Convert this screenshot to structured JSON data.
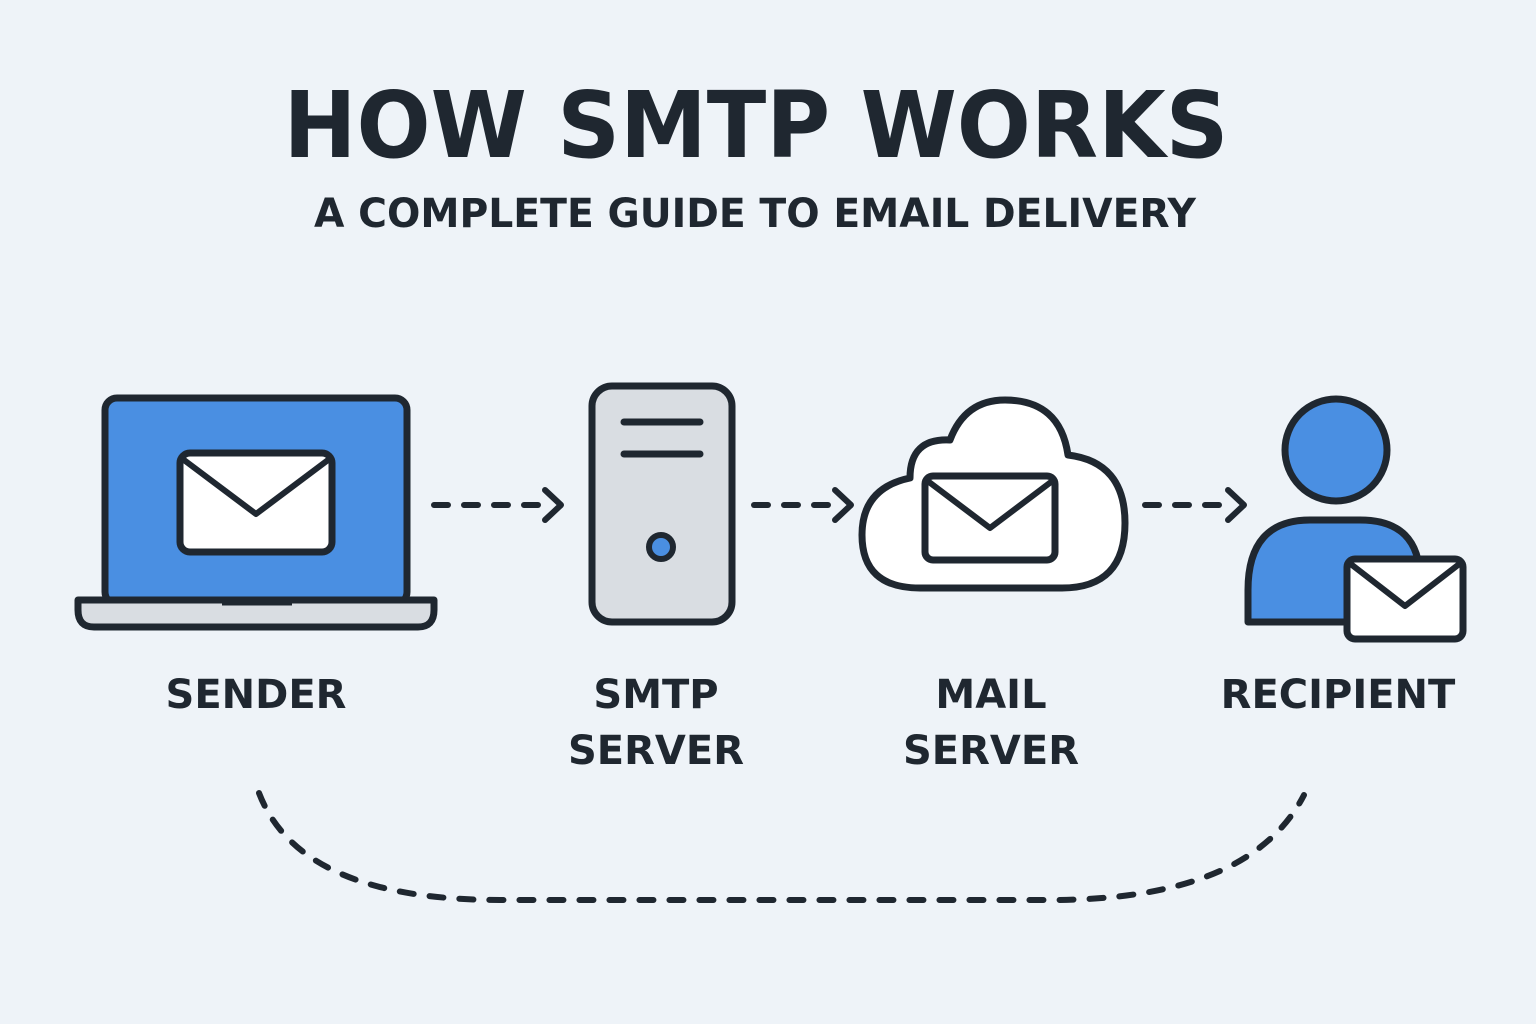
{
  "header": {
    "title": "HOW SMTP WORKS",
    "subtitle": "A COMPLETE GUIDE TO EMAIL DELIVERY"
  },
  "nodes": [
    {
      "id": "sender",
      "icon": "laptop-envelope-icon",
      "label_lines": [
        "SENDER"
      ]
    },
    {
      "id": "smtp-server",
      "icon": "server-tower-icon",
      "label_lines": [
        "SMTP",
        "SERVER"
      ]
    },
    {
      "id": "mail-server",
      "icon": "cloud-envelope-icon",
      "label_lines": [
        "MAIL",
        "SERVER"
      ]
    },
    {
      "id": "recipient",
      "icon": "person-envelope-icon",
      "label_lines": [
        "RECIPIENT"
      ]
    }
  ],
  "colors": {
    "background": "#eef3f8",
    "accent": "#4a8fe2",
    "ink": "#1f2730",
    "server_fill": "#d9dde2"
  }
}
